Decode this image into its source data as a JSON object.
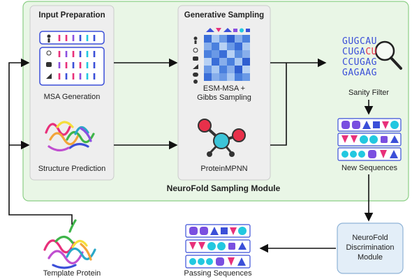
{
  "module_title": "NeuroFold Sampling Module",
  "input_prep": {
    "title": "Input Preparation",
    "msa_label": "MSA Generation",
    "structure_label": "Structure Prediction"
  },
  "generative": {
    "title": "Generative Sampling",
    "esm_label_line1": "ESM-MSA +",
    "esm_label_line2": "Gibbs Sampling",
    "mpnn_label": "ProteinMPNN"
  },
  "sanity": {
    "label": "Sanity Filter",
    "seq_lines": [
      "GUGCAU",
      "CUGA",
      "CCUGAG",
      "GAGAAG"
    ],
    "highlight": "CU"
  },
  "new_sequences_label": "New Sequences",
  "discrimination": {
    "line1": "NeuroFold",
    "line2": "Discrimination",
    "line3": "Module"
  },
  "passing_label": "Passing Sequences",
  "template_label": "Template Protein",
  "colors": {
    "module_bg": "#e9f6e6",
    "module_border": "#8ccf86",
    "panel_bg": "#eeeeee",
    "blue": "#3b4fd8",
    "pink": "#e8307a",
    "cyan": "#22c8e0",
    "purple": "#7a4fe0",
    "disc_bg": "#e3eef8",
    "disc_border": "#8fb3d6"
  }
}
